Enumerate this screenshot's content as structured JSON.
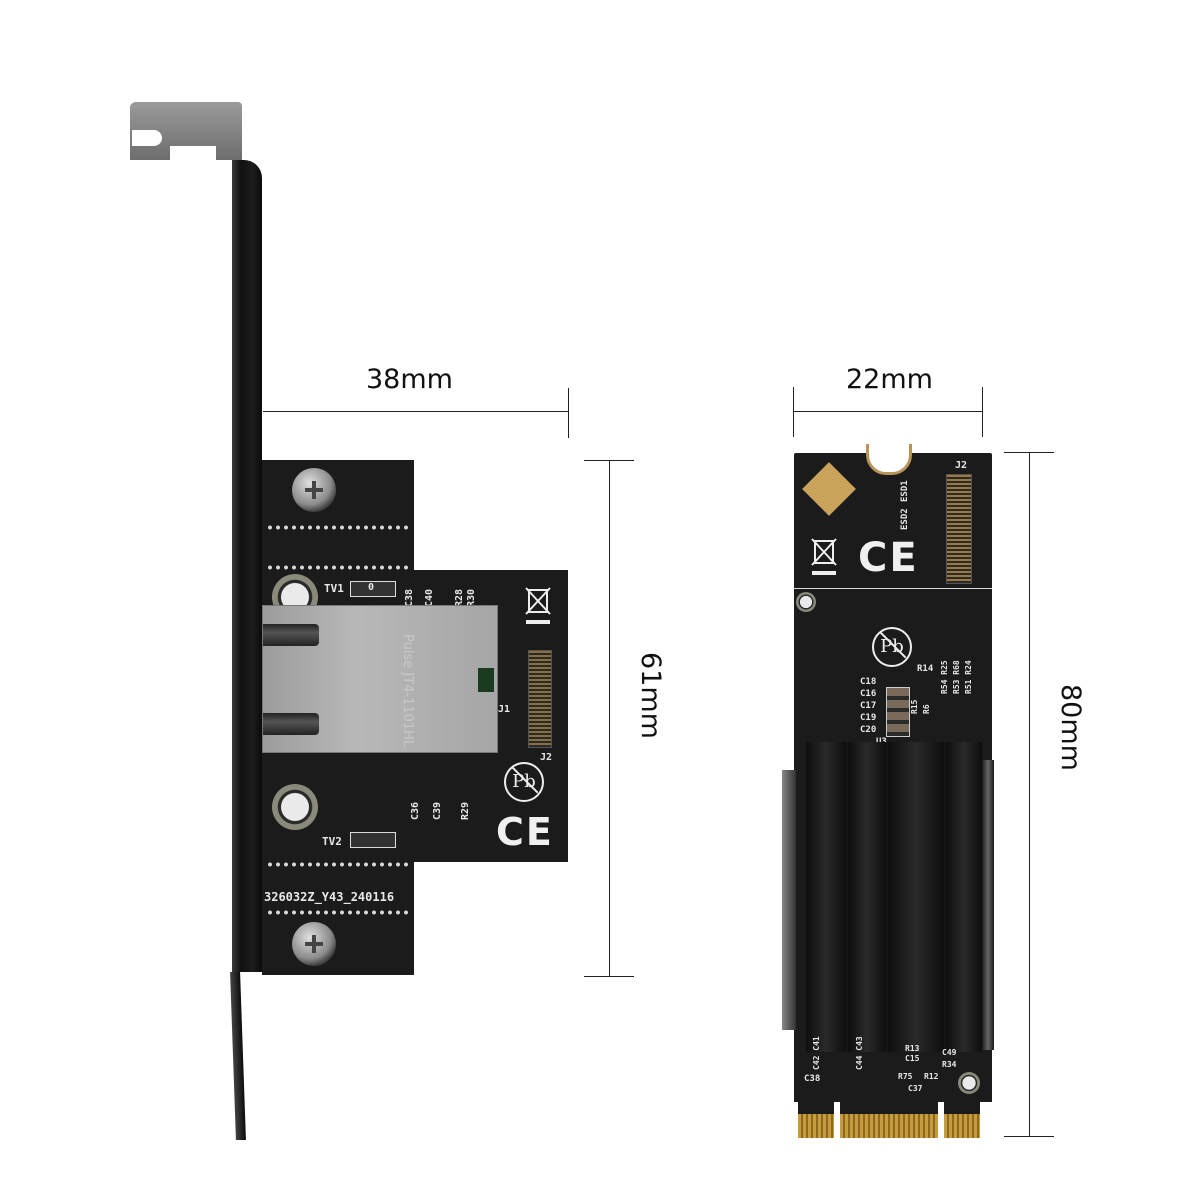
{
  "image": {
    "description": "Product photo of a 10GbE network adapter kit: a PCIe-bracket RJ45 daughterboard and an M.2 2280 adapter card with heatsink, annotated with dimensions",
    "background": "#ffffff"
  },
  "left_card": {
    "name": "RJ45 bracket board",
    "width_label": "38mm",
    "height_label": "61mm",
    "silkscreen": {
      "tv1": "TV1",
      "tv2": "TV2",
      "zero": "0",
      "c38": "C38",
      "c40": "C40",
      "r28": "R28",
      "r30": "R30",
      "c36": "C36",
      "c39": "C39",
      "r29": "R29",
      "j1": "J1",
      "j2": "J2",
      "part_number": "326032Z_Y43_240116",
      "ce_mark": "CE",
      "pb_mark": "Pb"
    },
    "rj45_label": "Pulse JT4-1101HL"
  },
  "right_card": {
    "name": "M.2 2280 adapter",
    "width_label": "22mm",
    "height_label": "80mm",
    "silkscreen": {
      "j2": "J2",
      "esd1": "ESD1",
      "esd2": "ESD2",
      "ce_mark": "CE",
      "pb_mark": "Pb",
      "r14": "R14",
      "c18": "C18",
      "c16": "C16",
      "c17": "C17",
      "c19": "C19",
      "c20": "C20",
      "r15": "R15",
      "r6": "R6",
      "u3": "U3",
      "r54_r25": "R54 R25",
      "r53_r68": "R53 R68",
      "r51_r24": "R51 R24",
      "c42_c41": "C42 C41",
      "c44_c43": "C44 C43",
      "r13": "R13",
      "c15": "C15",
      "c49": "C49",
      "r34": "R34",
      "c38": "C38",
      "r75": "R75",
      "r12": "R12",
      "c37": "C37"
    }
  },
  "colors": {
    "pcb": "#1b1b1b",
    "silkscreen": "#e8e8e8",
    "gold": "#c79a3c",
    "dimension_line": "#222222",
    "bracket": "#151515"
  }
}
